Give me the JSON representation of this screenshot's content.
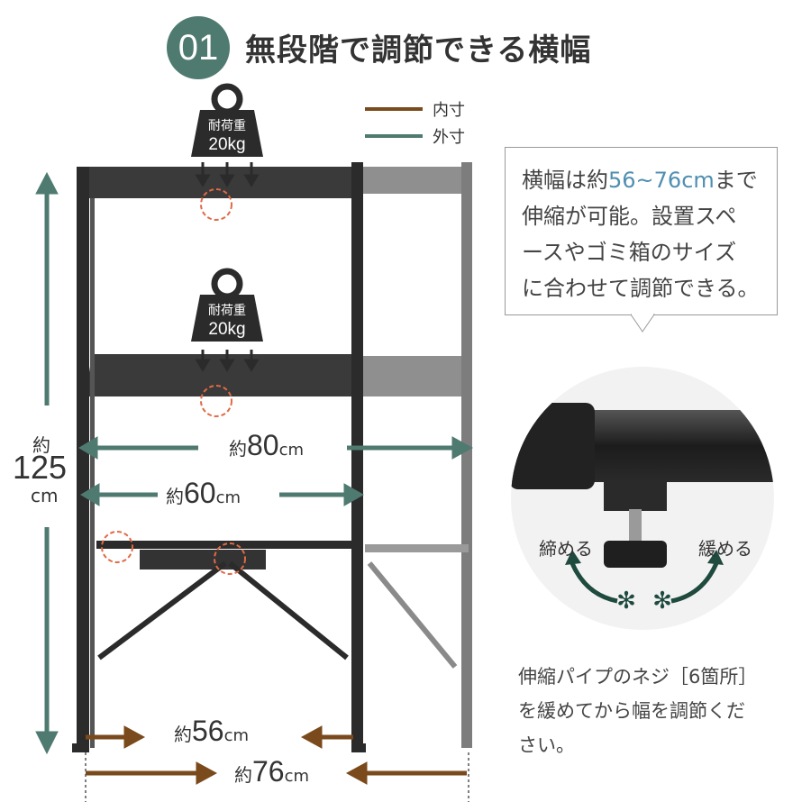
{
  "header": {
    "number": "01",
    "title": "無段階で調節できる横幅"
  },
  "legend": {
    "inner": {
      "label": "内寸",
      "color": "#7a4a1c"
    },
    "outer": {
      "label": "外寸",
      "color": "#4f7a70"
    }
  },
  "weight_badges": [
    {
      "label": "耐荷重",
      "value": "20kg"
    },
    {
      "label": "耐荷重",
      "value": "20kg"
    }
  ],
  "bubble": {
    "line1_prefix": "横幅は約",
    "line1_highlight": "56~76cm",
    "line1_suffix": "まで",
    "line2": "伸縮が可能。設置スペ",
    "line3": "ースやゴミ箱のサイズ",
    "line4": "に合わせて調節できる。"
  },
  "height_dimension": {
    "prefix": "約",
    "value": "125",
    "unit": "cm"
  },
  "width_dimensions": [
    {
      "prefix": "約",
      "value": "80",
      "unit": "cm"
    },
    {
      "prefix": "約",
      "value": "60",
      "unit": "cm"
    },
    {
      "prefix": "約",
      "value": "56",
      "unit": "cm"
    },
    {
      "prefix": "約",
      "value": "76",
      "unit": "cm"
    }
  ],
  "detail": {
    "tighten_label": "締める",
    "loosen_label": "緩める"
  },
  "note": {
    "line1": "伸縮パイプのネジ［6箇所］",
    "line2": "を緩めてから幅を調節くだ",
    "line3": "さい。"
  },
  "colors": {
    "accent": "#4f7a70",
    "inner": "#7a4a1c",
    "highlight": "#4f8fb0",
    "marker": "#e06a45"
  }
}
